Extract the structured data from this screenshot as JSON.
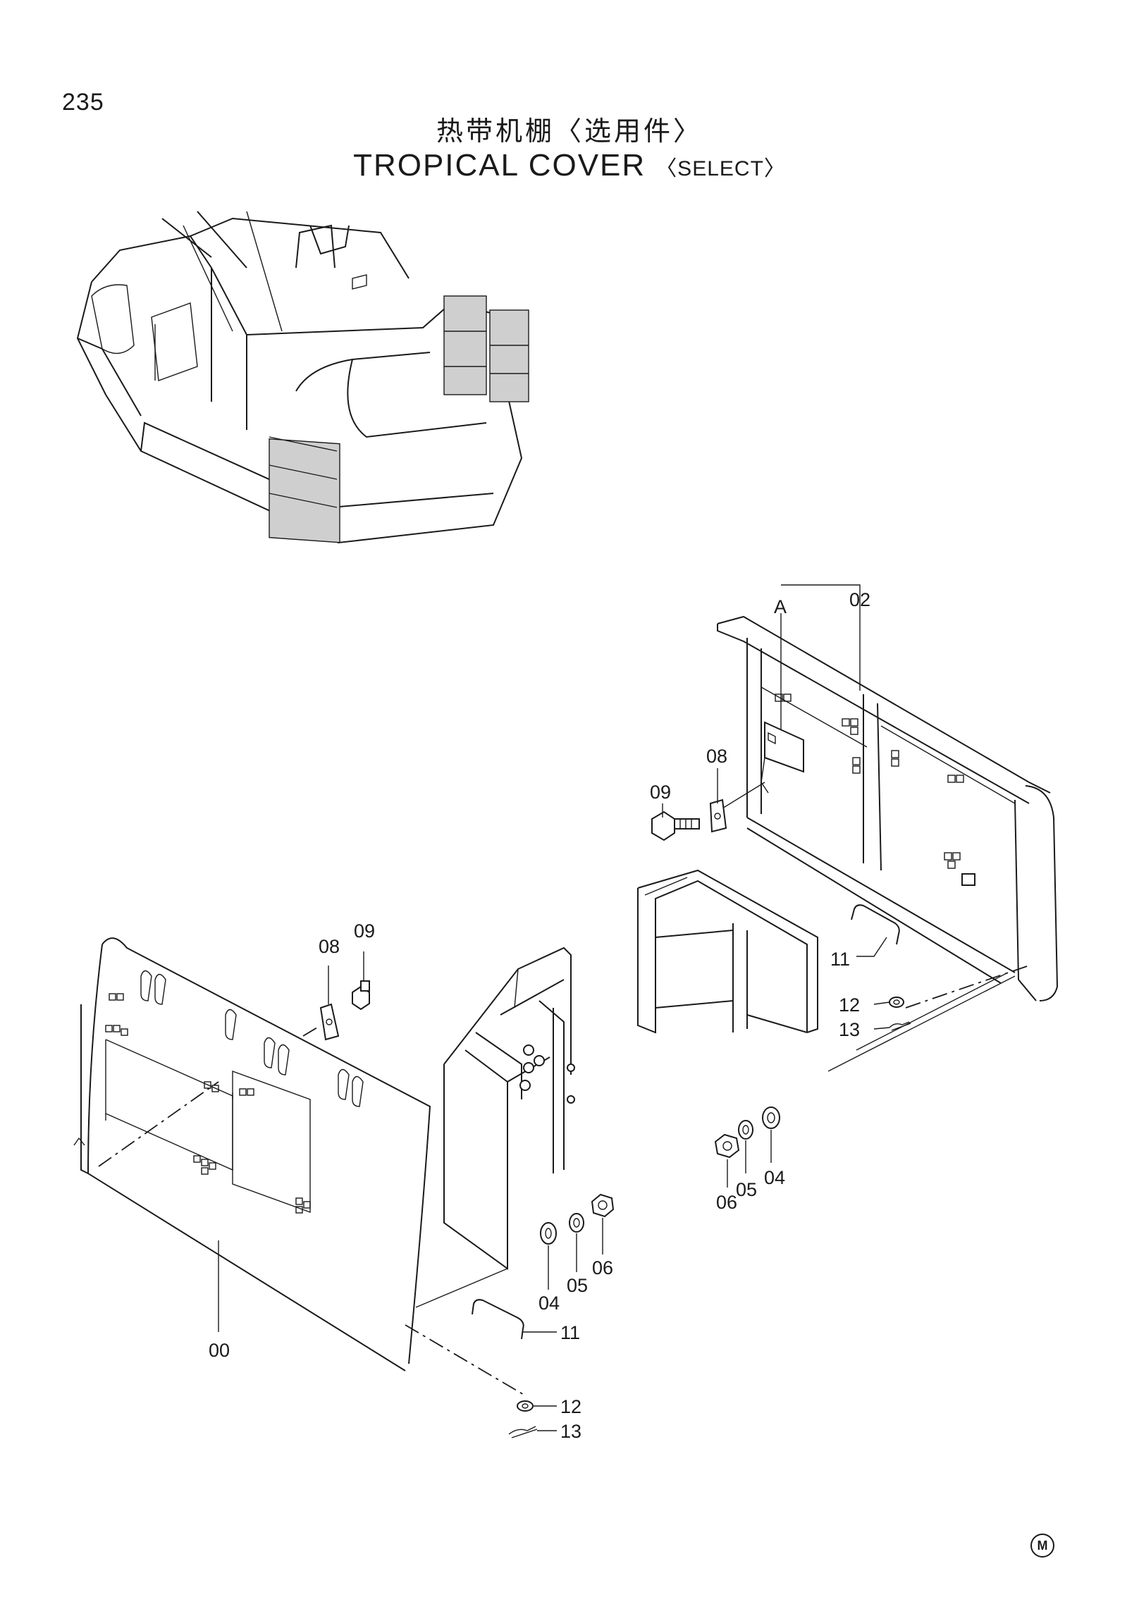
{
  "page": {
    "number": "235",
    "title_cn": "热带机棚〈选用件〉",
    "title_en": "TROPICAL COVER",
    "title_en_suffix": "〈SELECT〉",
    "corner_mark": "M"
  },
  "callouts": {
    "c00": "00",
    "c02": "02",
    "cA": "A",
    "c04a": "04",
    "c05a": "05",
    "c06a": "06",
    "c04b": "04",
    "c05b": "05",
    "c06b": "06",
    "c08a": "08",
    "c09a": "09",
    "c08b": "08",
    "c09b": "09",
    "c11a": "11",
    "c12a": "12",
    "c13a": "13",
    "c11b": "11",
    "c12b": "12",
    "c13b": "13"
  }
}
